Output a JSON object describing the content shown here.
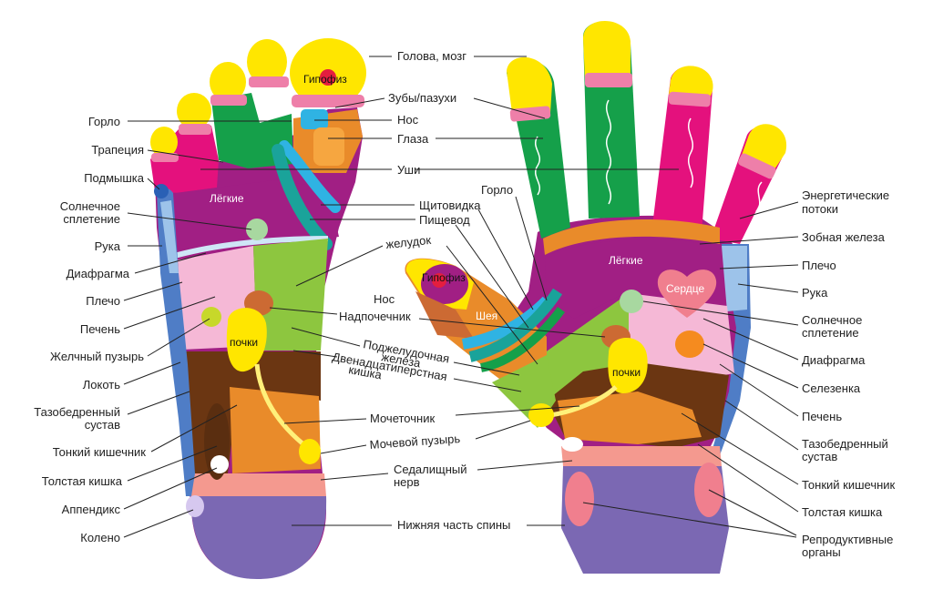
{
  "colors": {
    "yellow": "#ffe600",
    "pink_band": "#ee7fa9",
    "green": "#15a04a",
    "magenta": "#e4117d",
    "purple": "#a11f84",
    "light_green": "#8dc63f",
    "orange": "#e98b2a",
    "brown": "#6b3612",
    "light_pink": "#f5b8d6",
    "blue": "#4f7dc6",
    "violet": "#7b68b3",
    "salmon": "#f4998f",
    "teal": "#1aa39a",
    "cyan": "#2fb3e3",
    "red_dot": "#e41e3f",
    "skin_rose": "#f07f8e"
  },
  "foot": {
    "inner_labels": {
      "pituitary": "Гипофиз",
      "lungs": "Лёгкие",
      "kidneys": "почки"
    },
    "left_labels": [
      "Горло",
      "Трапеция",
      "Подмышка",
      "Солнечное",
      "сплетение",
      "Рука",
      "Диафрагма",
      "Плечо",
      "Печень",
      "Желчный пузырь",
      "Локоть",
      "Тазобедренный",
      "сустав",
      "Тонкий кишечник",
      "Толстая кишка",
      "Аппендикс",
      "Колено"
    ]
  },
  "center_labels": {
    "head_brain": "Голова, мозг",
    "teeth_sinuses": "Зубы/пазухи",
    "nose": "Нос",
    "eyes": "Глаза",
    "ears": "Уши",
    "thyroid": "Щитовидка",
    "esophagus": "Пищевод",
    "throat_hand": "Горло",
    "stomach": "желудок",
    "nose_hand": "Нос",
    "adrenal": "Надпочечник",
    "pancreas_1": "Поджелудочная",
    "pancreas_2": "железа",
    "duodenum_1": "Двенадцатиперстная",
    "duodenum_2": "кишка",
    "ureter": "Мочеточник",
    "bladder": "Мочевой пузырь",
    "sciatic_1": "Седалищный",
    "sciatic_2": "нерв",
    "lower_back": "Нижняя часть спины"
  },
  "hand": {
    "inner_labels": {
      "pituitary": "Гипофиз",
      "neck": "Шея",
      "lungs": "Лёгкие",
      "heart": "Сердце",
      "kidneys": "почки"
    },
    "right_labels": [
      "Энергетические",
      "потоки",
      "Зобная железа",
      "Плечо",
      "Рука",
      "Солнечное",
      "сплетение",
      "Диафрагма",
      "Селезенка",
      "Печень",
      "Тазобедренный",
      "сустав",
      "Тонкий кишечник",
      "Толстая кишка",
      "Репродуктивные",
      "органы"
    ]
  }
}
